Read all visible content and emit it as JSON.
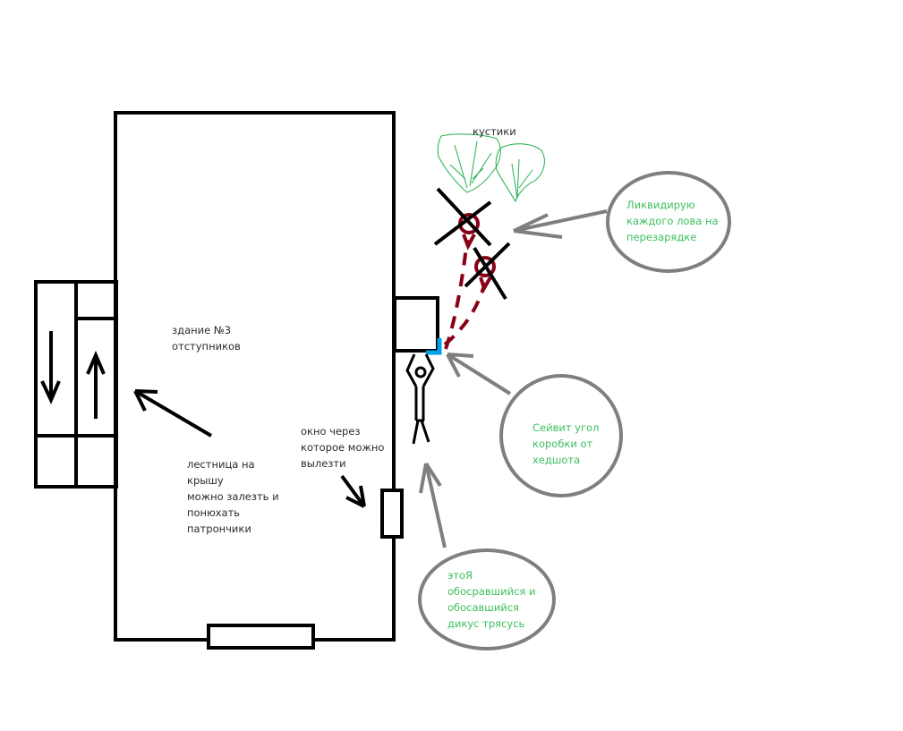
{
  "building": {
    "label_lines": [
      "здание №3",
      "отступников"
    ]
  },
  "ladder": {
    "label_lines": [
      "лестница на",
      "крышу",
      "можно залезть и",
      "понюхать",
      "патрончики"
    ]
  },
  "window": {
    "label_lines": [
      "окно через",
      "которое можно",
      "вылезти"
    ]
  },
  "bushes": {
    "label": "кустики"
  },
  "callouts": {
    "eliminate": [
      "Ликвидирую",
      "каждого лова на",
      "перезарядке"
    ],
    "corner": [
      "Сейвит угол",
      "коробки от",
      "хедшота"
    ],
    "me": [
      "этоЯ",
      "обосравшийся и",
      "обосавшийся",
      "дикус трясусь"
    ]
  },
  "colors": {
    "outline": "#000000",
    "callout": "#7f7f7f",
    "callout_text": "#3cbf5e",
    "enemy_marker": "#880015",
    "corner_highlight": "#00a2e8",
    "bush": "#22b14c"
  }
}
